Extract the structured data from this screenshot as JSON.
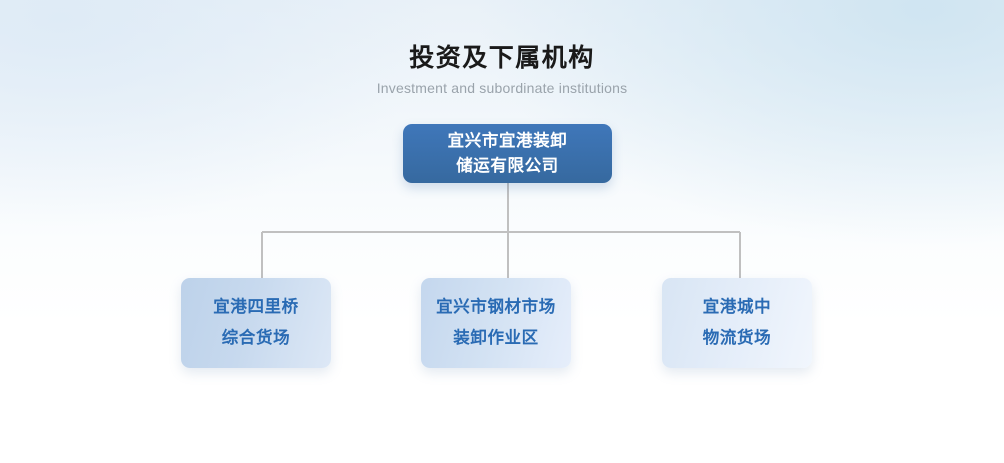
{
  "header": {
    "title_cn": "投资及下属机构",
    "title_en": "Investment and subordinate institutions"
  },
  "chart": {
    "type": "org-chart",
    "root": {
      "line1": "宜兴市宜港装卸",
      "line2": "储运有限公司",
      "full_name": "宜兴市宜港装卸储运有限公司",
      "bg_color": "#3d74b5",
      "text_color": "#ffffff"
    },
    "children": [
      {
        "line1": "宜港四里桥",
        "line2": "综合货场",
        "full_name": "宜港四里桥综合货场",
        "bg_color": "#c4d7ee",
        "text_color": "#2a6bb4"
      },
      {
        "line1": "宜兴市钢材市场",
        "line2": "装卸作业区",
        "full_name": "宜兴市钢材市场装卸作业区",
        "bg_color": "#d0e0f2",
        "text_color": "#2a6bb4"
      },
      {
        "line1": "宜港城中",
        "line2": "物流货场",
        "full_name": "宜港城中物流货场",
        "bg_color": "#e0eaf7",
        "text_color": "#2a6bb4"
      }
    ],
    "connector_color": "#c0c0c0"
  }
}
